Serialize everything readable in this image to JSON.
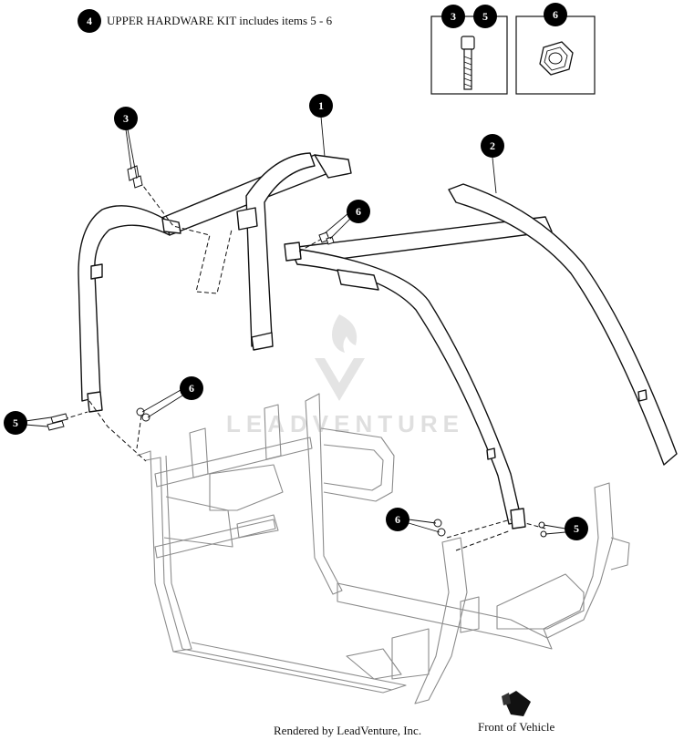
{
  "kit": {
    "number": "4",
    "text": "UPPER HARDWARE KIT includes items 5 - 6"
  },
  "callouts": {
    "c1": "1",
    "c2": "2",
    "c3_main": "3",
    "c3_box": "3",
    "c5_box": "5",
    "c6_box": "6",
    "c5_left": "5",
    "c6_left": "6",
    "c6_upper": "6",
    "c6_lower": "6",
    "c5_right": "5"
  },
  "watermark": "LEADVENTURE",
  "footer": {
    "rendered": "Rendered by LeadVenture, Inc.",
    "front": "Front of Vehicle"
  }
}
